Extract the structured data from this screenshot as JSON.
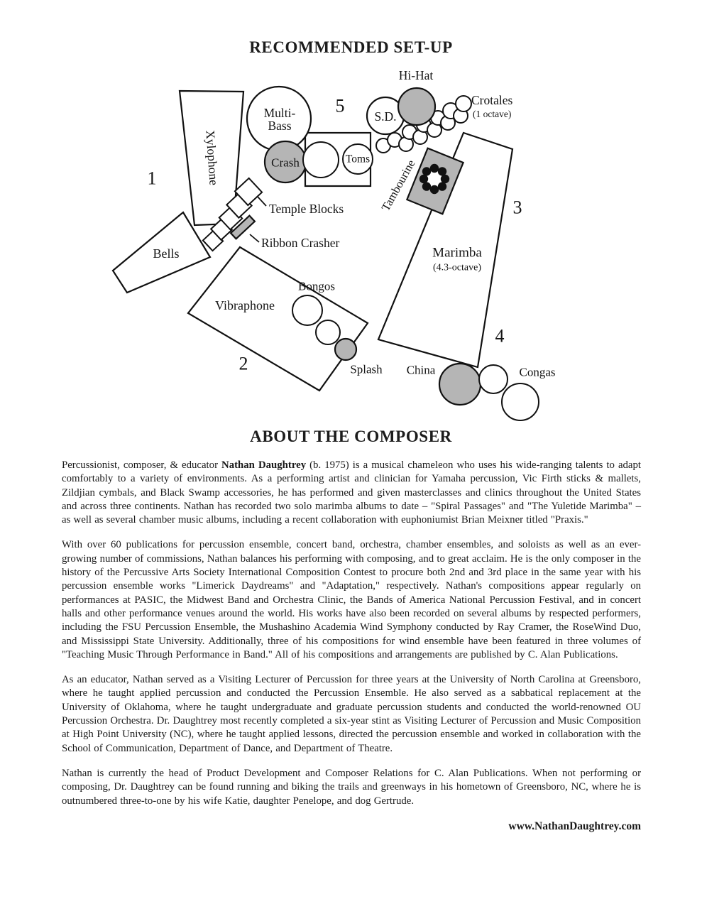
{
  "page": {
    "setup_title": "RECOMMENDED SET-UP",
    "composer_title": "ABOUT THE COMPOSER",
    "website": "www.NathanDaughtrey.com"
  },
  "diagram": {
    "colors": {
      "shaded": "#b5b5b5",
      "outline": "#111111"
    },
    "numbers": {
      "n1": "1",
      "n2": "2",
      "n3": "3",
      "n4": "4",
      "n5": "5"
    },
    "labels": {
      "xylophone": "Xylophone",
      "multi_bass_line1": "Multi-",
      "multi_bass_line2": "Bass",
      "crash": "Crash",
      "toms": "Toms",
      "snare": "S.D.",
      "hi_hat": "Hi-Hat",
      "crotales": "Crotales",
      "crotales_sub": "(1 octave)",
      "tambourine": "Tambourine",
      "temple_blocks": "Temple Blocks",
      "ribbon_crasher": "Ribbon Crasher",
      "bells": "Bells",
      "vibraphone": "Vibraphone",
      "bongos": "Bongos",
      "splash": "Splash",
      "marimba": "Marimba",
      "marimba_sub": "(4.3-octave)",
      "china": "China",
      "congas": "Congas"
    }
  },
  "about": {
    "p1_prefix": "Percussionist, composer, & educator ",
    "p1_bold": "Nathan Daughtrey",
    "p1_rest": " (b. 1975) is a musical chameleon who uses his wide-ranging talents to adapt comfortably to a variety of environments. As a performing artist and clinician for Yamaha percussion, Vic Firth sticks & mallets, Zildjian cymbals, and Black Swamp accessories, he has performed and given masterclasses and clinics throughout the United States and across three continents. Nathan has recorded two solo marimba albums to date – \"Spiral Passages\" and \"The Yuletide Marimba\" – as well as several chamber music albums, including a recent collaboration with euphoniumist Brian Meixner titled \"Praxis.\"",
    "p2": "With over 60 publications for percussion ensemble, concert band, orchestra, chamber ensembles, and soloists as well as an ever-growing number of commissions, Nathan balances his performing with composing, and to great acclaim. He is the only composer in the history of the Percussive Arts Society International Composition Contest to procure both 2nd and 3rd place in the same year with his percussion ensemble works \"Limerick Daydreams\" and \"Adaptation,\" respectively. Nathan's compositions appear regularly on performances at PASIC, the Midwest Band and Orchestra Clinic, the Bands of America National Percussion Festival, and in concert halls and other performance venues around the world. His works have also been recorded on several albums by respected performers, including the FSU Percussion Ensemble, the Mushashino Academia Wind Symphony conducted by Ray Cramer, the RoseWind Duo, and Mississippi State University. Additionally, three of his compositions for wind ensemble have been featured in three volumes of \"Teaching Music Through Performance in Band.\" All of his compositions and arrangements are published by C. Alan Publications.",
    "p3": "As an educator, Nathan served as a Visiting Lecturer of Percussion for three years at the University of North Carolina at Greensboro, where he taught applied percussion and conducted the Percussion Ensemble. He also served as a sabbatical replacement at the University of Oklahoma, where he taught undergraduate and graduate percussion students and conducted the world-renowned OU Percussion Orchestra. Dr. Daughtrey most recently completed a six-year stint as Visiting Lecturer of Percussion and Music Composition at High Point University (NC), where he taught applied lessons, directed the percussion ensemble and worked in collaboration with the School of Communication, Department of Dance, and Department of Theatre.",
    "p4": "Nathan is currently the head of Product Development and Composer Relations for C. Alan Publications. When not performing or composing, Dr. Daughtrey can be found running and biking the trails and greenways in his hometown of Greensboro, NC, where he is outnumbered three-to-one by his wife Katie, daughter Penelope, and dog Gertrude."
  }
}
